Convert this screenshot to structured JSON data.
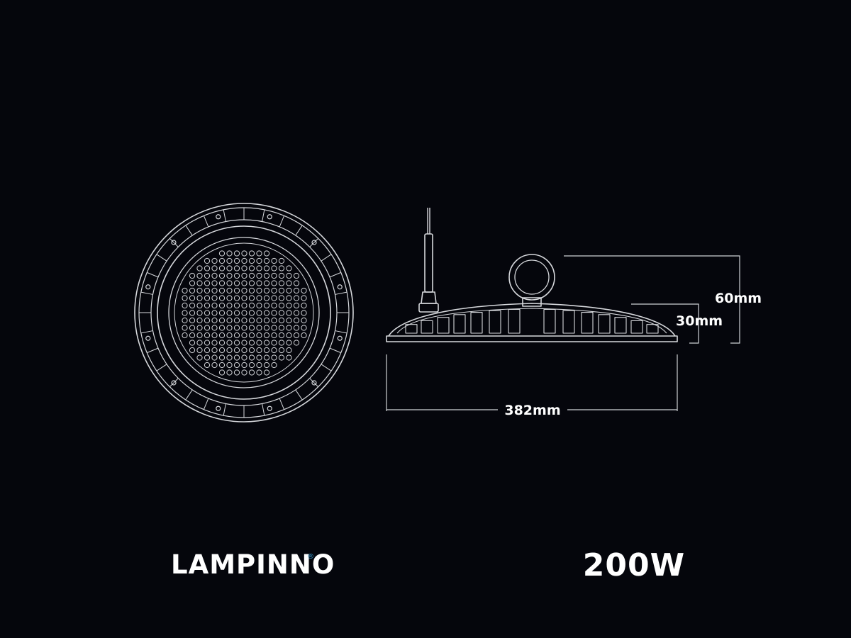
{
  "dimensions": {
    "height_total": "60mm",
    "height_body": "30mm",
    "diameter": "382mm"
  },
  "brand": {
    "name": "LAMPINNO",
    "registered_mark": "®",
    "accent_color": "#3aa0d8"
  },
  "product": {
    "wattage": "200W"
  },
  "drawing": {
    "line_color": "#d6d8dc",
    "background_color": "#05060c"
  }
}
